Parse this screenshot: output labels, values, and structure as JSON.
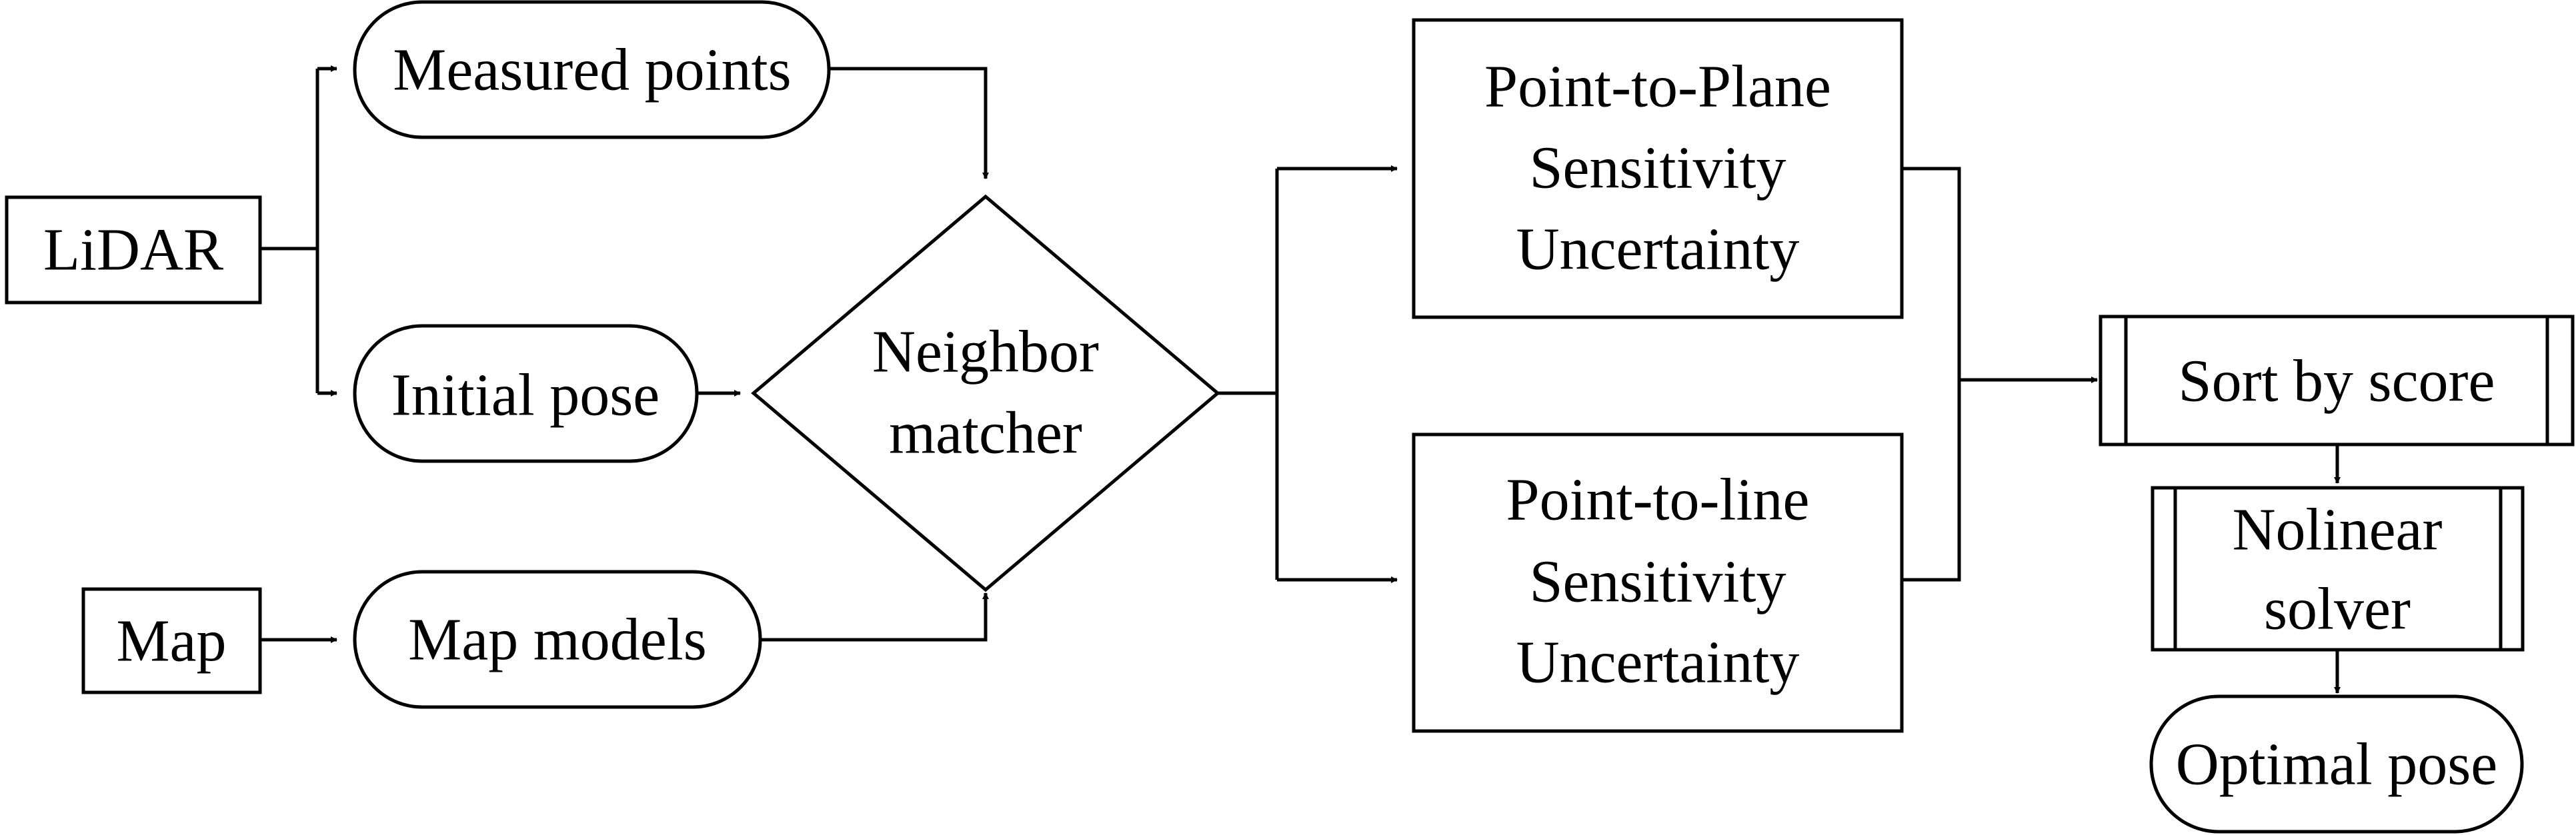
{
  "nodes": {
    "lidar": "LiDAR",
    "measured_points": "Measured points",
    "initial_pose": "Initial pose",
    "map": "Map",
    "map_models": "Map models",
    "neighbor_matcher": [
      "Neighbor",
      "matcher"
    ],
    "point_to_plane": [
      "Point-to-Plane",
      "Sensitivity",
      "Uncertainty"
    ],
    "point_to_line": [
      "Point-to-line",
      "Sensitivity",
      "Uncertainty"
    ],
    "sort_by_score": "Sort by score",
    "nonlinear_solver": [
      "Nolinear",
      "solver"
    ],
    "optimal_pose": "Optimal pose"
  },
  "colors": {
    "stroke": "#000000",
    "fill": "#ffffff"
  }
}
